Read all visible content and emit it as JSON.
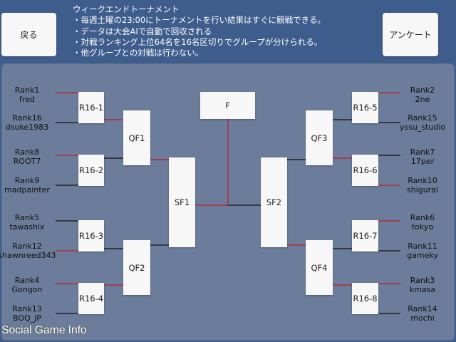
{
  "header": {
    "back_label": "戻る",
    "survey_label": "アンケート",
    "notice_lines": [
      "ウィークエンドトーナメント",
      "・毎週土曜の23:00にトーナメントを行い結果はすぐに観戦できる。",
      "・データは大会AIで自動で回収される",
      "・対戦ランキング上位64名を16名区切りでグループが分けられる。",
      "・他グループとの対戦は行わない。"
    ]
  },
  "bracket": {
    "final": "F",
    "semifinals": [
      "SF1",
      "SF2"
    ],
    "quarterfinals": [
      "QF1",
      "QF2",
      "QF3",
      "QF4"
    ],
    "round_of_16": [
      "R16-1",
      "R16-2",
      "R16-3",
      "R16-4",
      "R16-5",
      "R16-6",
      "R16-7",
      "R16-8"
    ],
    "players": [
      {
        "rank": "Rank1",
        "name": "fred"
      },
      {
        "rank": "Rank16",
        "name": "dsuke1983"
      },
      {
        "rank": "Rank8",
        "name": "ROOT7"
      },
      {
        "rank": "Rank9",
        "name": "madpainter"
      },
      {
        "rank": "Rank5",
        "name": "tawashix"
      },
      {
        "rank": "Rank12",
        "name": "shawnreed343"
      },
      {
        "rank": "Rank4",
        "name": "Gongon"
      },
      {
        "rank": "Rank13",
        "name": "BOQ_JP"
      },
      {
        "rank": "Rank2",
        "name": "2ne"
      },
      {
        "rank": "Rank15",
        "name": "yssu_studio"
      },
      {
        "rank": "Rank7",
        "name": "17per"
      },
      {
        "rank": "Rank10",
        "name": "shigural"
      },
      {
        "rank": "Rank6",
        "name": "tokyo"
      },
      {
        "rank": "Rank11",
        "name": "gameky"
      },
      {
        "rank": "Rank3",
        "name": "kmasa"
      },
      {
        "rank": "Rank14",
        "name": "mochi"
      }
    ]
  },
  "colors": {
    "winner_line": "#c41a2a",
    "loser_line": "#111111",
    "panel": "#6b7d9a",
    "header": "#3e5d8d"
  },
  "watermark": "Social Game Info"
}
